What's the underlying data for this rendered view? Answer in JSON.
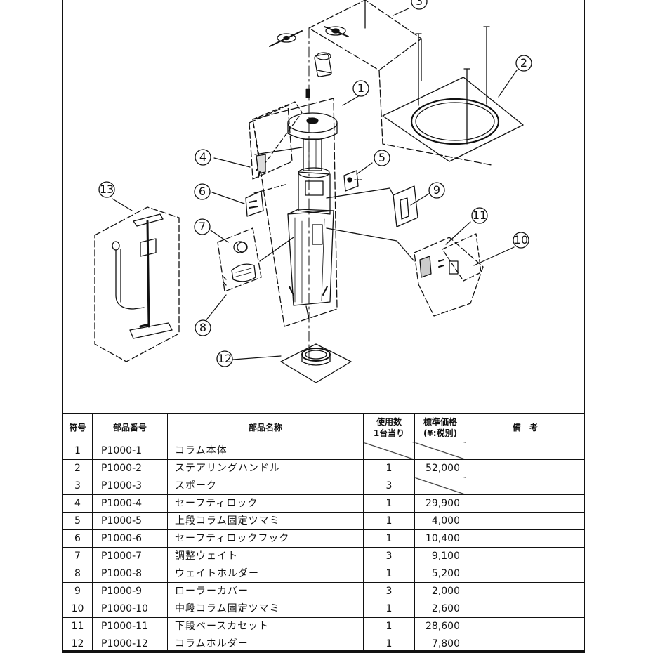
{
  "diagram": {
    "callouts": [
      {
        "id": "1",
        "label": "1"
      },
      {
        "id": "2",
        "label": "2"
      },
      {
        "id": "3",
        "label": "3"
      },
      {
        "id": "4",
        "label": "4"
      },
      {
        "id": "5",
        "label": "5"
      },
      {
        "id": "6",
        "label": "6"
      },
      {
        "id": "7",
        "label": "7"
      },
      {
        "id": "8",
        "label": "8"
      },
      {
        "id": "9",
        "label": "9"
      },
      {
        "id": "10",
        "label": "10"
      },
      {
        "id": "11",
        "label": "11"
      },
      {
        "id": "12",
        "label": "12"
      },
      {
        "id": "13",
        "label": "13"
      }
    ]
  },
  "table": {
    "headers": {
      "no": "符号",
      "part_number": "部品番号",
      "part_name": "部品名称",
      "qty_line1": "使用数",
      "qty_line2": "1台当り",
      "price_line1": "標準価格",
      "price_line2": "(¥:税別)",
      "remarks": "備　考"
    },
    "rows": [
      {
        "no": "1",
        "part_number": "P1000-1",
        "name": "コラム本体",
        "qty": "",
        "price": "",
        "qty_slash": true,
        "price_slash": true,
        "remarks": ""
      },
      {
        "no": "2",
        "part_number": "P1000-2",
        "name": "ステアリングハンドル",
        "qty": "1",
        "price": "52,000",
        "qty_slash": false,
        "price_slash": false,
        "remarks": ""
      },
      {
        "no": "3",
        "part_number": "P1000-3",
        "name": "スポーク",
        "qty": "3",
        "price": "",
        "qty_slash": false,
        "price_slash": true,
        "remarks": ""
      },
      {
        "no": "4",
        "part_number": "P1000-4",
        "name": "セーフティロック",
        "qty": "1",
        "price": "29,900",
        "qty_slash": false,
        "price_slash": false,
        "remarks": ""
      },
      {
        "no": "5",
        "part_number": "P1000-5",
        "name": "上段コラム固定ツマミ",
        "qty": "1",
        "price": "4,000",
        "qty_slash": false,
        "price_slash": false,
        "remarks": ""
      },
      {
        "no": "6",
        "part_number": "P1000-6",
        "name": "セーフティロックフック",
        "qty": "1",
        "price": "10,400",
        "qty_slash": false,
        "price_slash": false,
        "remarks": ""
      },
      {
        "no": "7",
        "part_number": "P1000-7",
        "name": "調整ウェイト",
        "qty": "3",
        "price": "9,100",
        "qty_slash": false,
        "price_slash": false,
        "remarks": ""
      },
      {
        "no": "8",
        "part_number": "P1000-8",
        "name": "ウェイトホルダー",
        "qty": "1",
        "price": "5,200",
        "qty_slash": false,
        "price_slash": false,
        "remarks": ""
      },
      {
        "no": "9",
        "part_number": "P1000-9",
        "name": "ローラーカバー",
        "qty": "3",
        "price": "2,000",
        "qty_slash": false,
        "price_slash": false,
        "remarks": ""
      },
      {
        "no": "10",
        "part_number": "P1000-10",
        "name": "中段コラム固定ツマミ",
        "qty": "1",
        "price": "2,600",
        "qty_slash": false,
        "price_slash": false,
        "remarks": ""
      },
      {
        "no": "11",
        "part_number": "P1000-11",
        "name": "下段ベースカセット",
        "qty": "1",
        "price": "28,600",
        "qty_slash": false,
        "price_slash": false,
        "remarks": ""
      },
      {
        "no": "12",
        "part_number": "P1000-12",
        "name": "コラムホルダー",
        "qty": "1",
        "price": "7,800",
        "qty_slash": false,
        "price_slash": false,
        "remarks": ""
      }
    ]
  }
}
